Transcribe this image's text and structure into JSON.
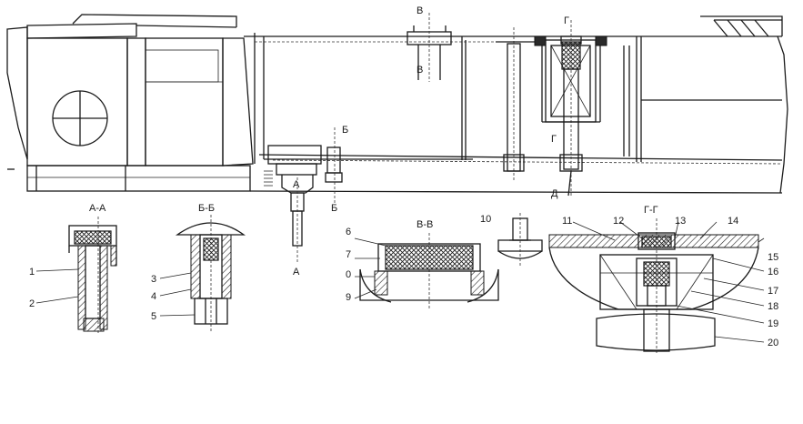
{
  "section_marks": {
    "v_top": "В",
    "v_bottom": "В",
    "g_top": "Г",
    "g_bottom": "Г",
    "b_top": "Б",
    "b_bottom": "Б",
    "a_mid": "А",
    "a_bottom": "А",
    "d_mark": "Д"
  },
  "section_titles": {
    "aa": "А-А",
    "bb": "Б-Б",
    "vv": "В-В",
    "gg": "Г-Г"
  },
  "callouts": {
    "n1": "1",
    "n2": "2",
    "n3": "3",
    "n4": "4",
    "n5": "5",
    "n6": "6",
    "n7": "7",
    "n8": "0",
    "n9": "9",
    "n10": "10",
    "n11": "11",
    "n12": "12",
    "n13": "13",
    "n14": "14",
    "n15": "15",
    "n16": "16",
    "n17": "17",
    "n18": "18",
    "n19": "19",
    "n20": "20"
  }
}
